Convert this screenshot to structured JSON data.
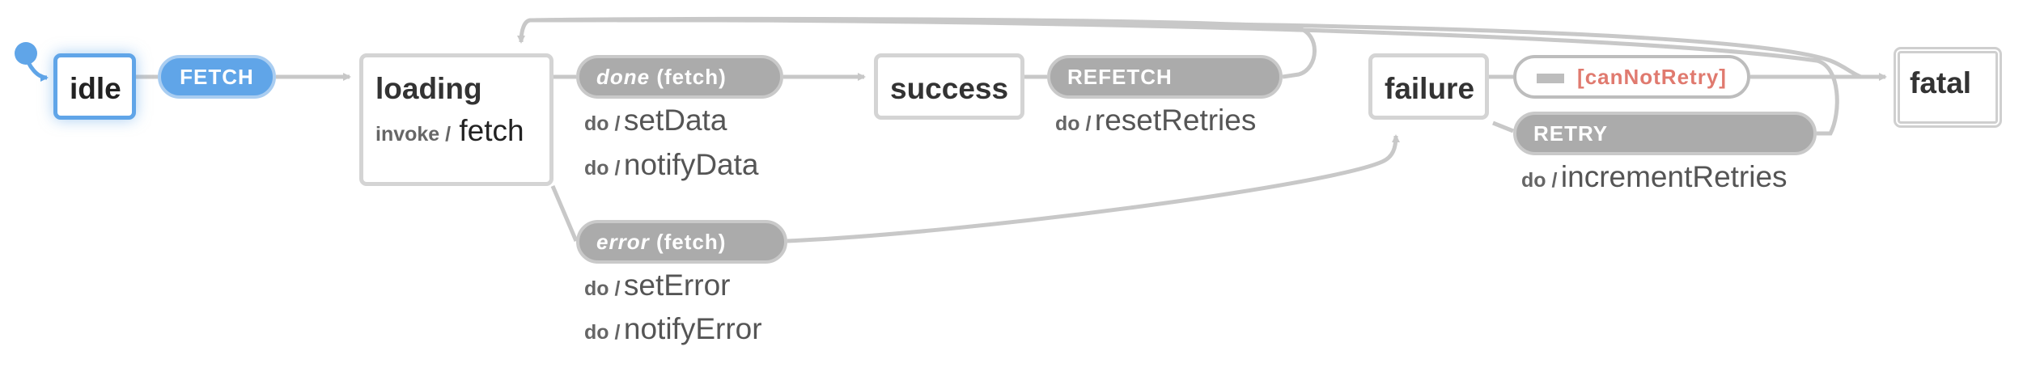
{
  "states": {
    "idle": "idle",
    "loading": "loading",
    "success": "success",
    "failure": "failure",
    "fatal": "fatal"
  },
  "loading_invoke": {
    "keyword": "invoke /",
    "service": "fetch"
  },
  "transitions": {
    "fetch_event": "FETCH",
    "done_event": "done",
    "done_suffix": "(fetch)",
    "error_event": "error",
    "error_suffix": "(fetch)",
    "refetch_event": "REFETCH",
    "retry_event": "RETRY",
    "guard": "[canNotRetry]"
  },
  "actions": {
    "keyword": "do /",
    "done": [
      "setData",
      "notifyData"
    ],
    "error": [
      "setError",
      "notifyError"
    ],
    "refetch": [
      "resetRetries"
    ],
    "retry": [
      "incrementRetries"
    ]
  },
  "colors": {
    "active": "#60a5e8",
    "edge": "#c8c8c8",
    "pill": "#ababab",
    "guard_text": "#e07a6f"
  }
}
